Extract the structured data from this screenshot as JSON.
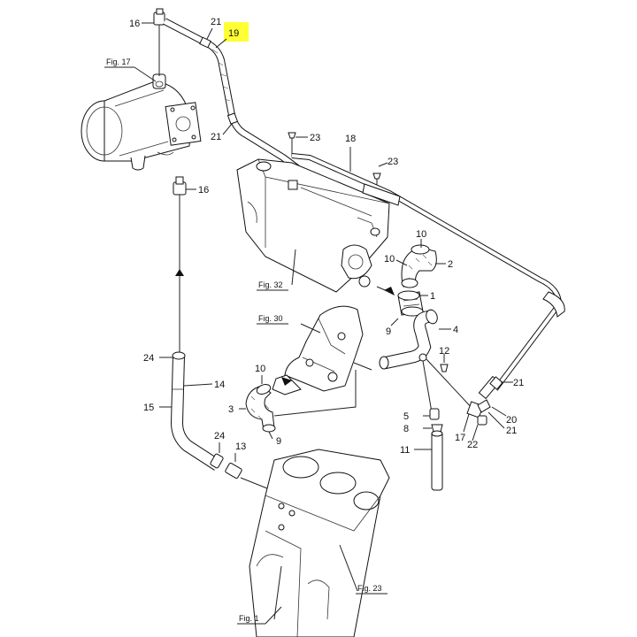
{
  "highlight": {
    "color": "#ffff33"
  },
  "labels": [
    {
      "id": "l16a",
      "text": "16"
    },
    {
      "id": "l21a",
      "text": "21"
    },
    {
      "id": "l19",
      "text": "19"
    },
    {
      "id": "l21b",
      "text": "21"
    },
    {
      "id": "l16b",
      "text": "16"
    },
    {
      "id": "l23a",
      "text": "23"
    },
    {
      "id": "l18",
      "text": "18"
    },
    {
      "id": "l23b",
      "text": "23"
    },
    {
      "id": "l10a",
      "text": "10"
    },
    {
      "id": "l10b",
      "text": "10"
    },
    {
      "id": "l2",
      "text": "2"
    },
    {
      "id": "l1",
      "text": "1"
    },
    {
      "id": "l9a",
      "text": "9"
    },
    {
      "id": "l4",
      "text": "4"
    },
    {
      "id": "l12",
      "text": "12"
    },
    {
      "id": "l24a",
      "text": "24"
    },
    {
      "id": "l14",
      "text": "14"
    },
    {
      "id": "l10c",
      "text": "10"
    },
    {
      "id": "l3",
      "text": "3"
    },
    {
      "id": "l9b",
      "text": "9"
    },
    {
      "id": "l15",
      "text": "15"
    },
    {
      "id": "l24b",
      "text": "24"
    },
    {
      "id": "l13",
      "text": "13"
    },
    {
      "id": "l5",
      "text": "5"
    },
    {
      "id": "l8",
      "text": "8"
    },
    {
      "id": "l11",
      "text": "11"
    },
    {
      "id": "l21c",
      "text": "21"
    },
    {
      "id": "l20",
      "text": "20"
    },
    {
      "id": "l21d",
      "text": "21"
    },
    {
      "id": "l17",
      "text": "17"
    },
    {
      "id": "l22",
      "text": "22"
    }
  ],
  "figures": [
    {
      "id": "f17",
      "text": "Fig. 17"
    },
    {
      "id": "f32",
      "text": "Fig. 32"
    },
    {
      "id": "f30",
      "text": "Fig. 30"
    },
    {
      "id": "f23",
      "text": "Fig. 23"
    },
    {
      "id": "f1",
      "text": "Fig. 1"
    }
  ]
}
